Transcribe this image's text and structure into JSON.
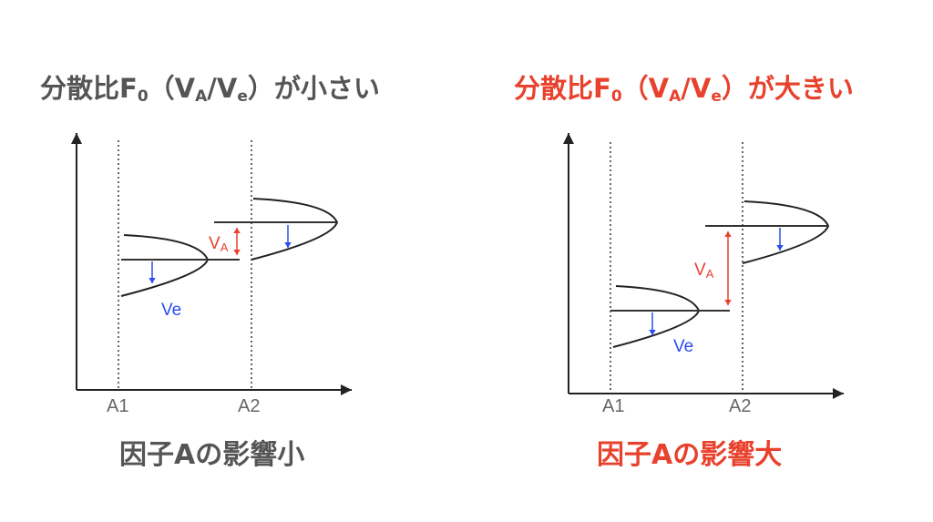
{
  "left": {
    "title": {
      "prefix": "分散比F",
      "f_sub": "0",
      "paren_open": "（V",
      "a_sub": "A",
      "slash": "/V",
      "e_sub": "e",
      "suffix": "）が小さい"
    },
    "caption": "因子Aの影響小",
    "ticks": [
      "A1",
      "A2"
    ],
    "va_label": {
      "main": "V",
      "sub": "A"
    },
    "ve_label": "Ve"
  },
  "right": {
    "title": {
      "prefix": "分散比F",
      "f_sub": "0",
      "paren_open": "（V",
      "a_sub": "A",
      "slash": "/V",
      "e_sub": "e",
      "suffix": "）が大きい"
    },
    "caption": "因子Aの影響大",
    "ticks": [
      "A1",
      "A2"
    ],
    "va_label": {
      "main": "V",
      "sub": "A"
    },
    "ve_label": "Ve"
  },
  "colors": {
    "gray": "#555555",
    "red": "#e8412c",
    "blue": "#2a4cf0"
  }
}
